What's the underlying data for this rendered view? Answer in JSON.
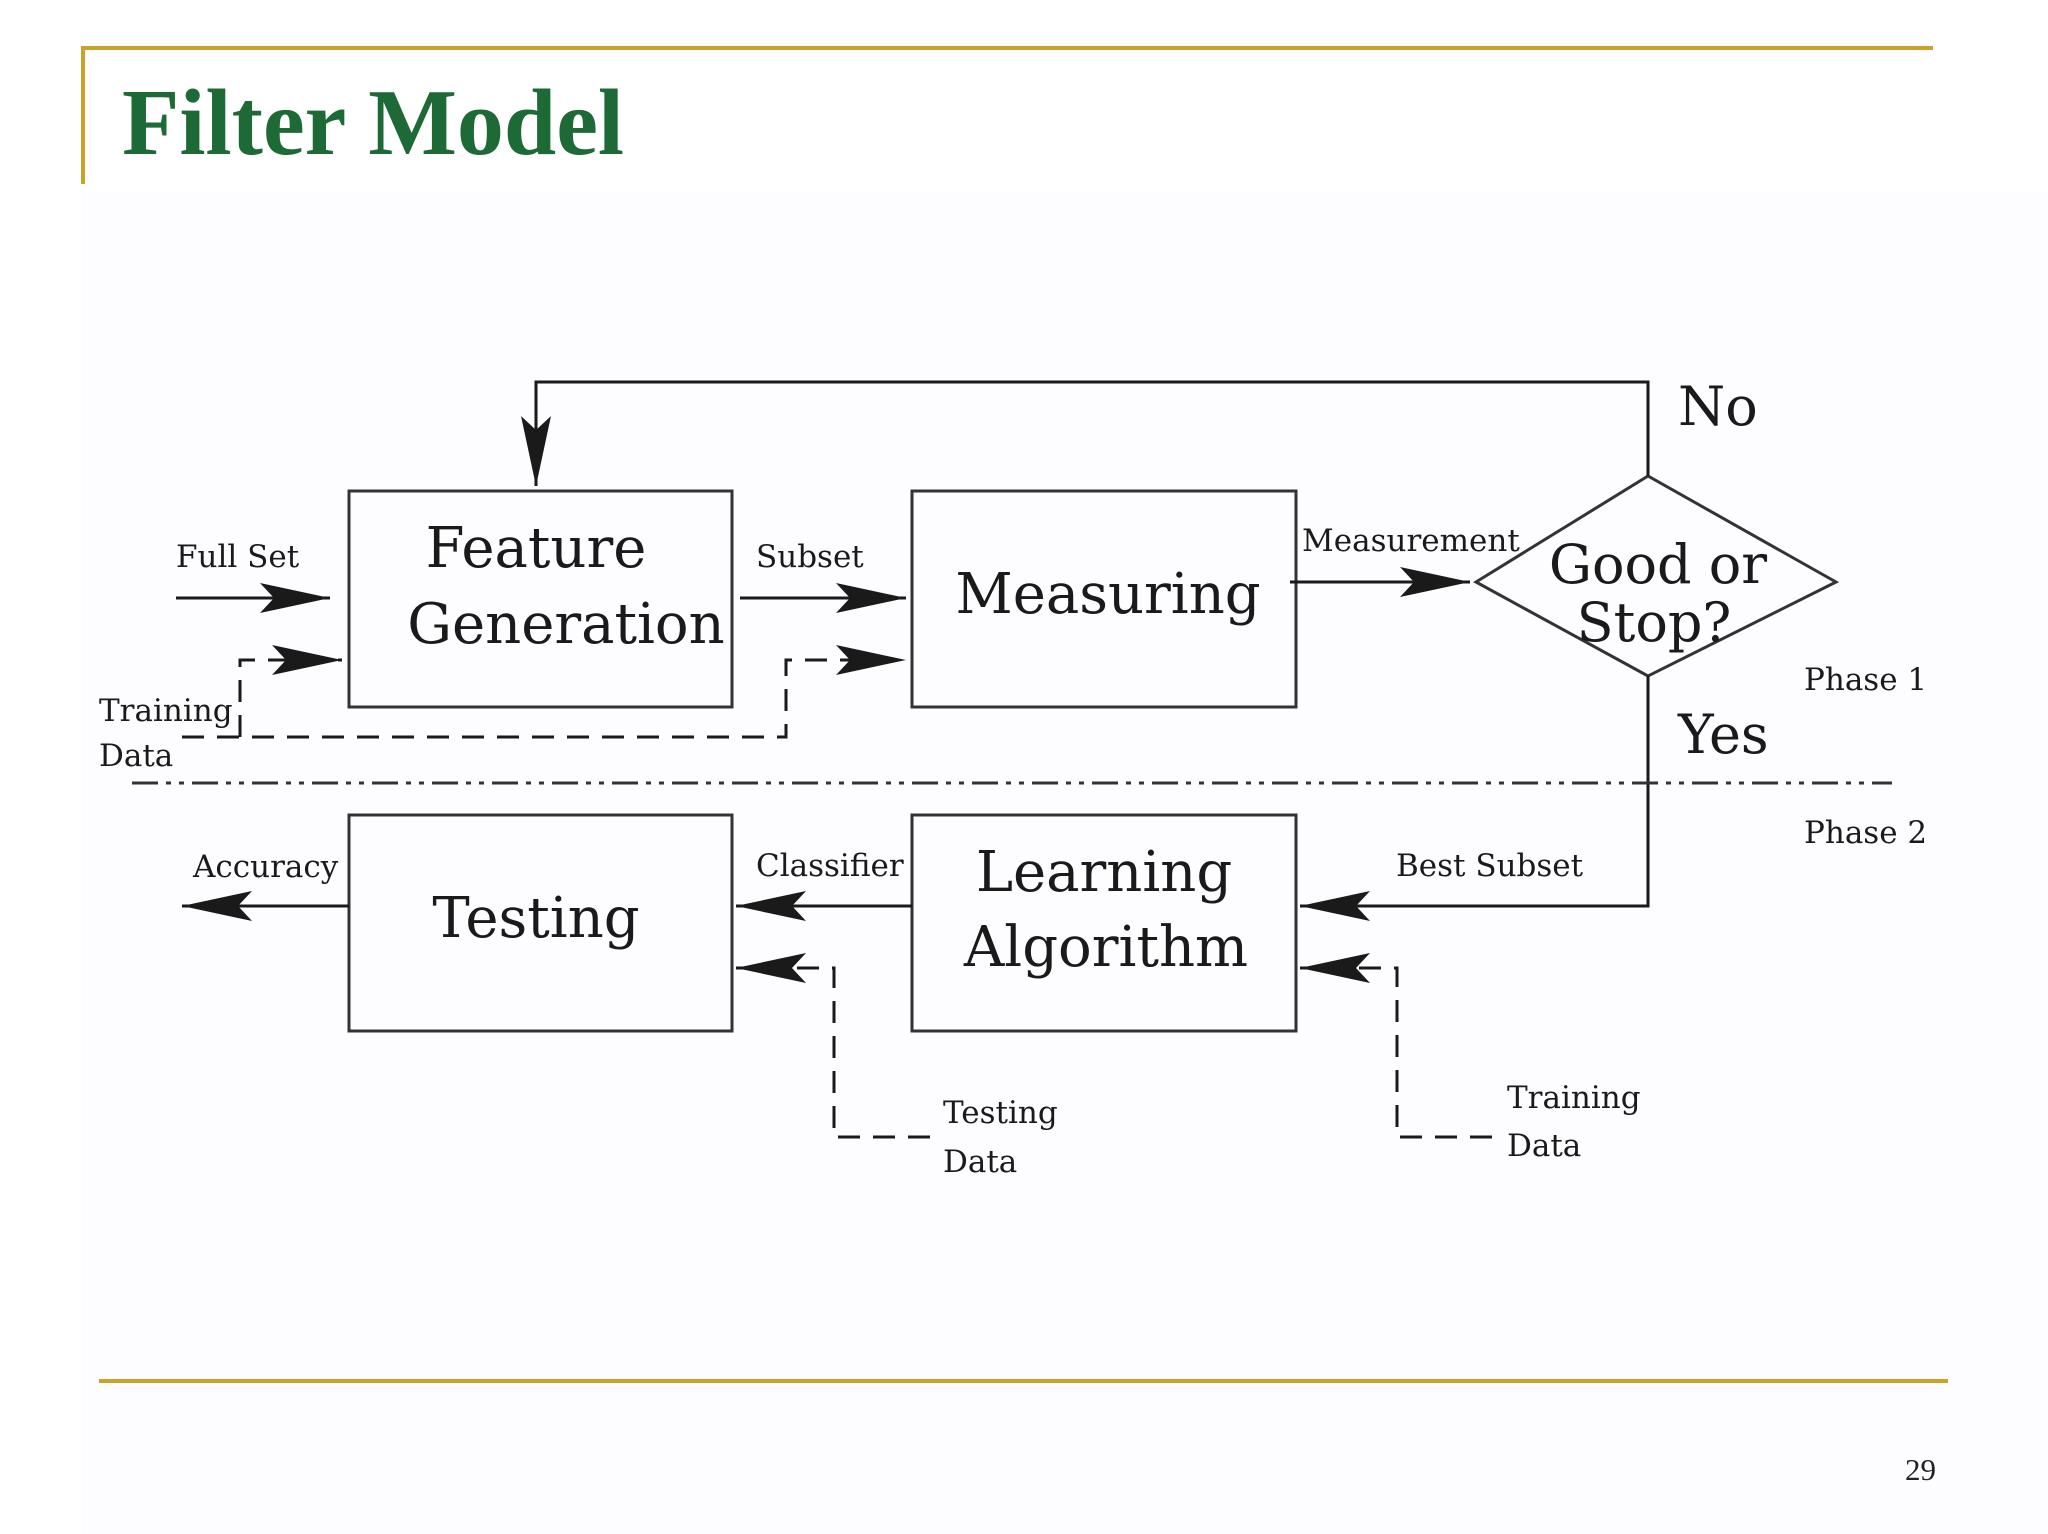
{
  "slide": {
    "title": "Filter Model",
    "page_number": "29",
    "accent_color": "#C9A227",
    "title_color": "#1D6A36"
  },
  "diagram": {
    "boxes": {
      "feature_generation": [
        "Feature",
        "Generation"
      ],
      "measuring": "Measuring",
      "testing": "Testing",
      "learning_algorithm": [
        "Learning",
        "Algorithm"
      ]
    },
    "decision": [
      "Good or",
      "Stop?"
    ],
    "labels": {
      "no": "No",
      "yes": "Yes",
      "full_set": "Full Set",
      "subset": "Subset",
      "measurement": "Measurement",
      "training_data_top": [
        "Training",
        "Data"
      ],
      "phase_1": "Phase 1",
      "phase_2": "Phase 2",
      "accuracy": "Accuracy",
      "classifier": "Classifier",
      "best_subset": "Best Subset",
      "testing_data": [
        "Testing",
        "Data"
      ],
      "training_data_bottom": [
        "Training",
        "Data"
      ]
    }
  }
}
